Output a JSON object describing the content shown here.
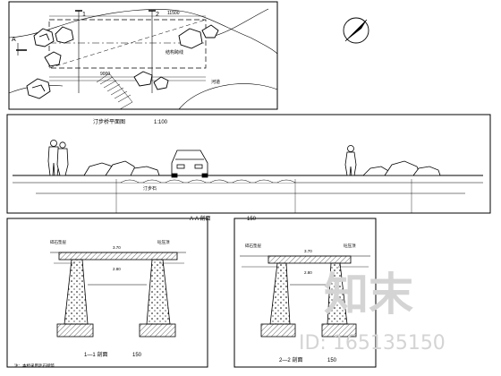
{
  "plan": {
    "section_marks": [
      "1",
      "2",
      "A"
    ],
    "dimensions": [
      "11500",
      "9000"
    ],
    "callouts": [
      "结构跨线",
      "河道"
    ]
  },
  "title_plan": "汀步桥平面图",
  "scale_plan": "1:100",
  "title_section_a": "A-A 剖面",
  "scale_section_a": "150",
  "section_a_label": "汀步石",
  "section_1": {
    "title": "1—1 剖面",
    "scale": "150",
    "tags": [
      "碎石垫层",
      "砼压顶",
      "3.70",
      "2.80"
    ],
    "note": "注：本桥采用毛石砌筑"
  },
  "section_2": {
    "title": "2—2 剖面",
    "scale": "150",
    "tags": [
      "碎石垫层",
      "砼压顶",
      "3.70",
      "2.80"
    ]
  },
  "watermark": {
    "brand": "知末",
    "id": "ID: 165135150"
  }
}
